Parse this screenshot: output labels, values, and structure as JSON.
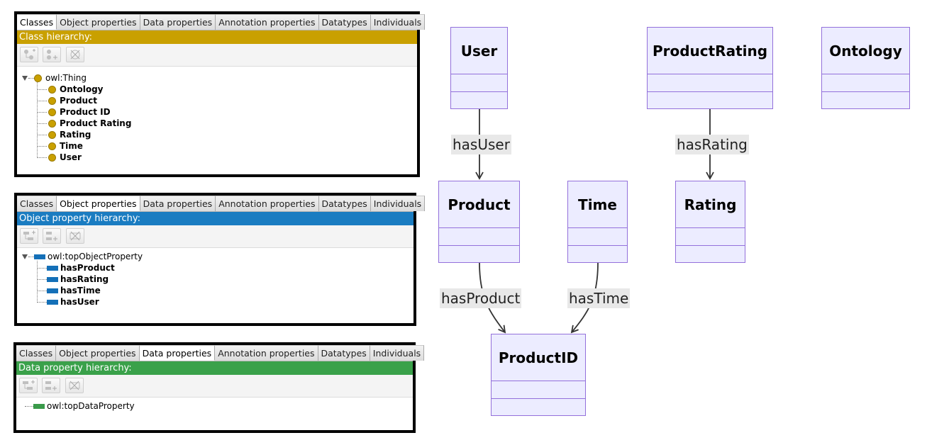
{
  "tabs": [
    "Classes",
    "Object properties",
    "Data properties",
    "Annotation properties",
    "Datatypes",
    "Individuals"
  ],
  "colors": {
    "class_bar": "#c9a000",
    "object_bar": "#1a7cc1",
    "data_bar": "#3aa14a",
    "uml_border": "#9370db",
    "uml_fill": "#ececff"
  },
  "classes_panel": {
    "active_tab": "Classes",
    "header": "Class hierarchy:",
    "root": "owl:Thing",
    "children": [
      "Ontology",
      "Product",
      "Product ID",
      "Product Rating",
      "Rating",
      "Time",
      "User"
    ]
  },
  "object_panel": {
    "active_tab": "Object properties",
    "header": "Object property hierarchy:",
    "root": "owl:topObjectProperty",
    "children": [
      "hasProduct",
      "hasRating",
      "hasTime",
      "hasUser"
    ]
  },
  "data_panel": {
    "active_tab": "Data properties",
    "header": "Data property hierarchy:",
    "root": "owl:topDataProperty"
  },
  "uml": {
    "classes": [
      "User",
      "ProductRating",
      "Ontology",
      "Product",
      "Time",
      "Rating",
      "ProductID"
    ],
    "edges": [
      {
        "from": "User",
        "to": "Product",
        "label": "hasUser"
      },
      {
        "from": "ProductRating",
        "to": "Rating",
        "label": "hasRating"
      },
      {
        "from": "Product",
        "to": "ProductID",
        "label": "hasProduct"
      },
      {
        "from": "Time",
        "to": "ProductID",
        "label": "hasTime"
      }
    ]
  }
}
